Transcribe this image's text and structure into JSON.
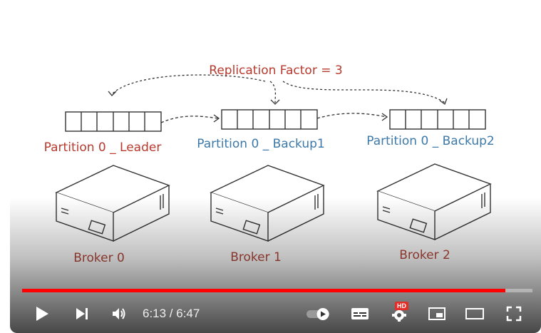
{
  "video": {
    "title": "Replication Factor = 3",
    "partitions": [
      {
        "label": "Partition 0 _ Leader"
      },
      {
        "label": "Partition 0 _ Backup1"
      },
      {
        "label": "Partition 0 _ Backup2"
      }
    ],
    "brokers": [
      {
        "label": "Broker 0"
      },
      {
        "label": "Broker 1"
      },
      {
        "label": "Broker 2"
      }
    ],
    "colors": {
      "leader": "#b83a2e",
      "backup": "#3d79a8",
      "broker": "#b4473a"
    }
  },
  "player": {
    "progress": {
      "fraction": 0.947
    },
    "time_display": "6:13 / 6:47",
    "hd_badge": "HD",
    "colors": {
      "progress": "#ff0000",
      "icons": "#ffffff"
    },
    "icons": [
      "play-icon",
      "next-icon",
      "volume-icon",
      "autoplay-toggle-icon",
      "subtitles-icon",
      "settings-icon",
      "miniplayer-icon",
      "theater-icon",
      "fullscreen-icon"
    ]
  }
}
